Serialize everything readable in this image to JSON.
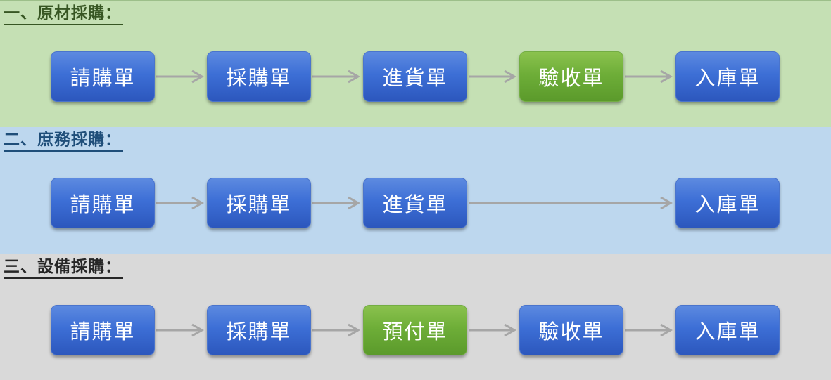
{
  "sections": [
    {
      "title": "一、原材採購：",
      "steps": [
        {
          "label": "請購單",
          "color": "blue"
        },
        {
          "label": "採購單",
          "color": "blue"
        },
        {
          "label": "進貨單",
          "color": "blue"
        },
        {
          "label": "驗收單",
          "color": "green"
        },
        {
          "label": "入庫單",
          "color": "blue"
        }
      ]
    },
    {
      "title": "二、庶務採購：",
      "steps": [
        {
          "label": "請購單",
          "color": "blue"
        },
        {
          "label": "採購單",
          "color": "blue"
        },
        {
          "label": "進貨單",
          "color": "blue"
        },
        {
          "label": "入庫單",
          "color": "blue"
        }
      ]
    },
    {
      "title": "三、設備採購：",
      "steps": [
        {
          "label": "請購單",
          "color": "blue"
        },
        {
          "label": "採購單",
          "color": "blue"
        },
        {
          "label": "預付單",
          "color": "green"
        },
        {
          "label": "驗收單",
          "color": "blue"
        },
        {
          "label": "入庫單",
          "color": "blue"
        }
      ]
    }
  ],
  "colors": {
    "band_1": "#c5e0b4",
    "band_2": "#bdd7ee",
    "band_3": "#d9d9d9",
    "node_blue": "#3d6fd6",
    "node_green": "#6eae38",
    "arrow": "#a6a6a6"
  }
}
